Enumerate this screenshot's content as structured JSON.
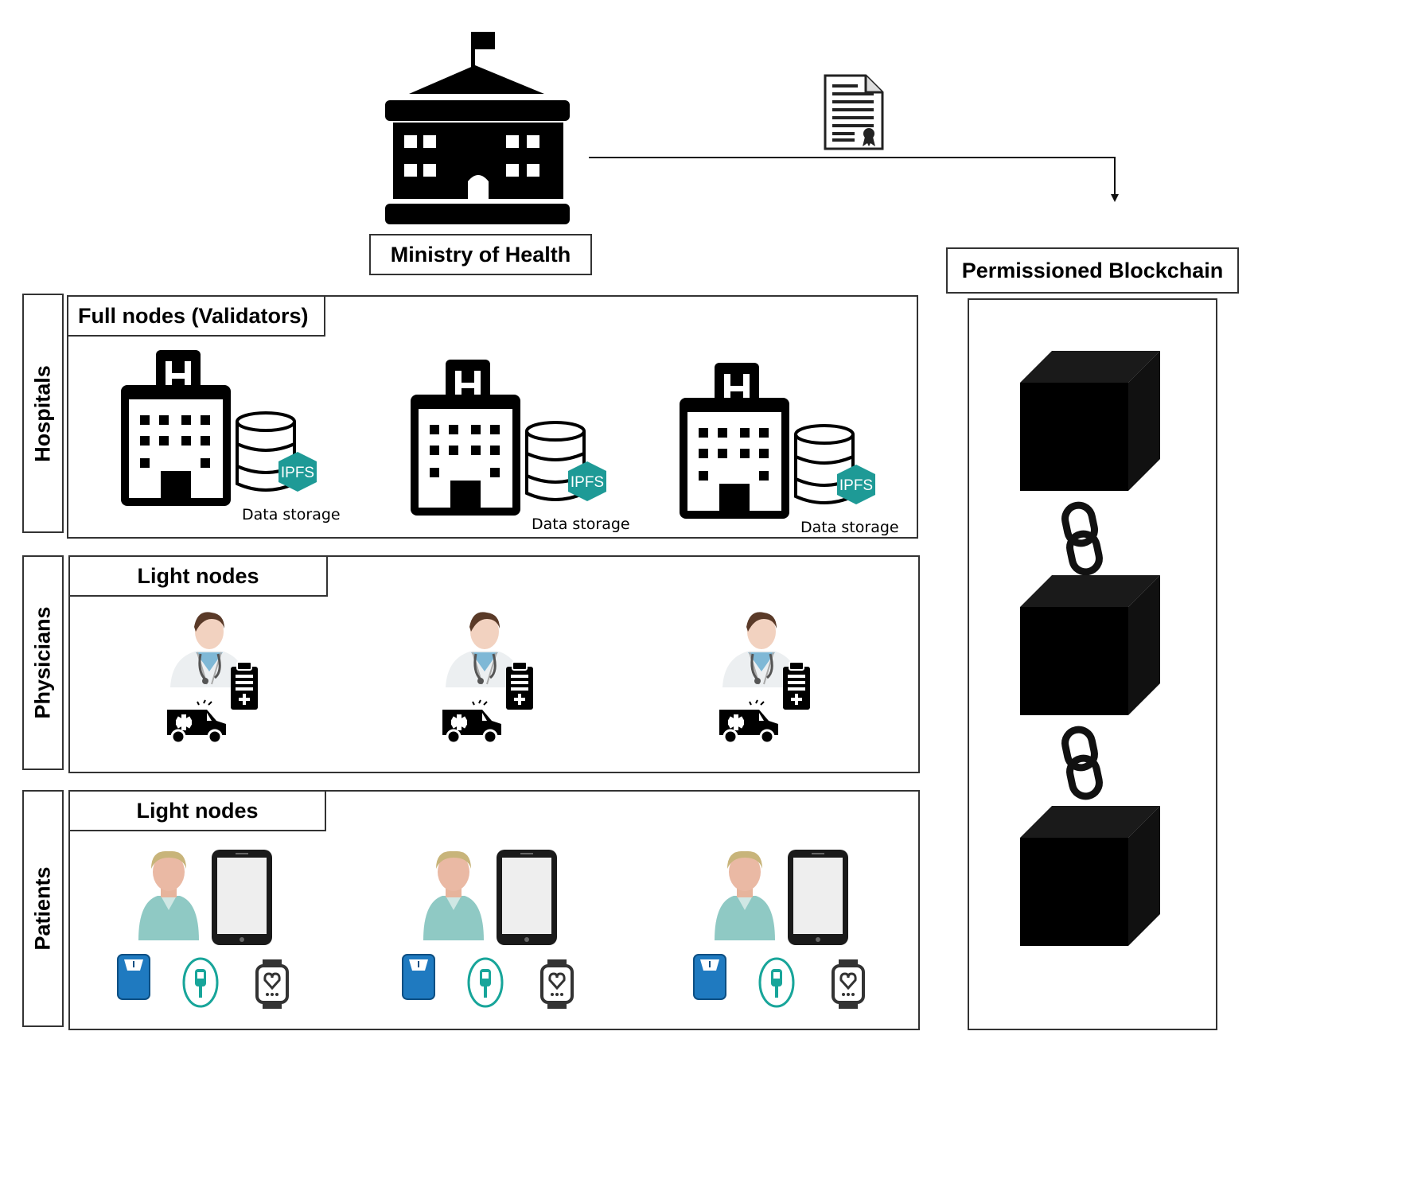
{
  "ministry": {
    "label": "Ministry of Health"
  },
  "blockchain": {
    "label": "Permissioned Blockchain",
    "blocks": 3
  },
  "hospitals": {
    "side_label": "Hospitals",
    "tier_label": "Full nodes (Validators)",
    "nodes": [
      {
        "storage_label": "Data storage",
        "badge": "IPFS"
      },
      {
        "storage_label": "Data storage",
        "badge": "IPFS"
      },
      {
        "storage_label": "Data storage",
        "badge": "IPFS"
      }
    ]
  },
  "physicians": {
    "side_label": "Physicians",
    "tier_label": "Light nodes",
    "count": 3
  },
  "patients": {
    "side_label": "Patients",
    "tier_label": "Light nodes",
    "count": 3
  },
  "colors": {
    "ipfs": "#1e9a96",
    "device_blue": "#1f7ac0",
    "device_teal": "#18a59a",
    "skin": "#f2d2c0",
    "patient_shirt": "#8fc9c4"
  }
}
